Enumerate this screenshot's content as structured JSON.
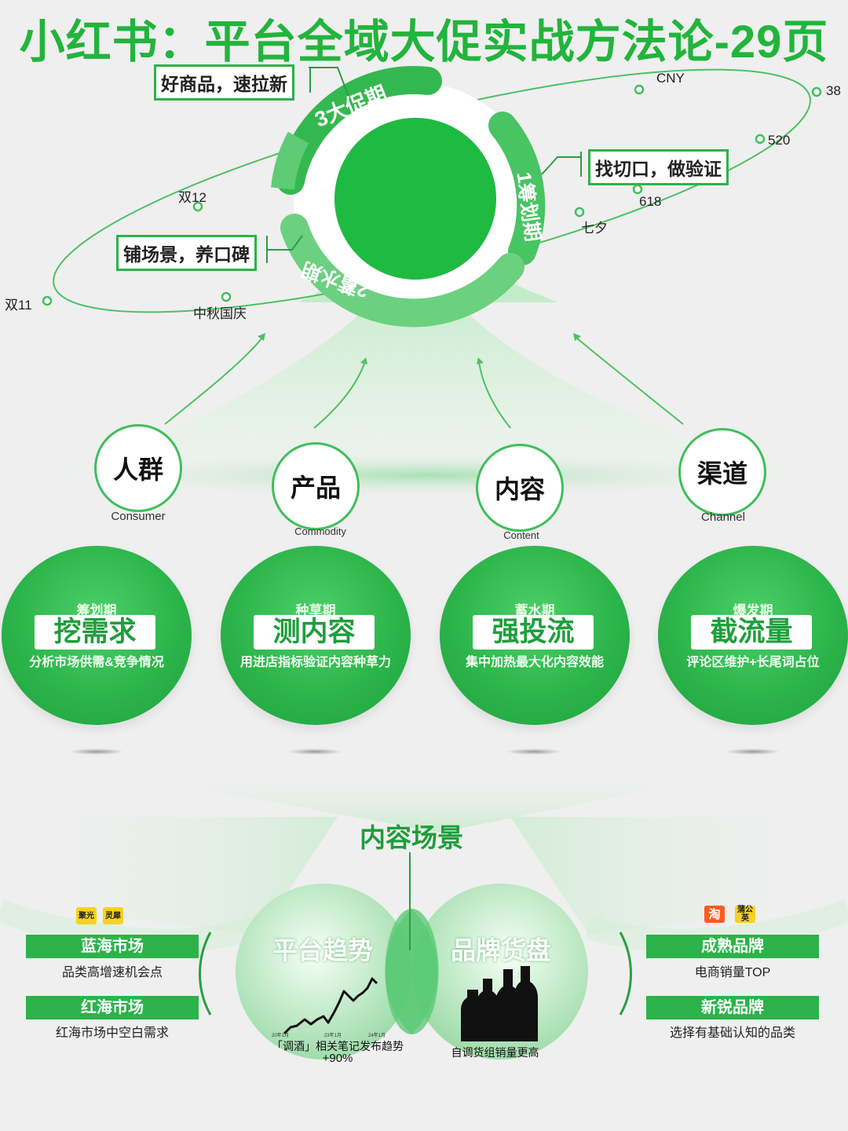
{
  "title": "小红书：平台全域大促实战方法论-29页",
  "cycle": {
    "arc_labels": [
      "3大促期",
      "1筹划期",
      "2蓄水期"
    ],
    "callouts": [
      "好商品，速拉新",
      "找切口，做验证",
      "铺场景，养口碑"
    ],
    "dates": [
      "CNY",
      "38",
      "520",
      "618",
      "七夕",
      "中秋国庆",
      "双11",
      "双12"
    ]
  },
  "pillars": [
    {
      "zh": "人群",
      "en": "Consumer"
    },
    {
      "zh": "产品",
      "en": "Commodity"
    },
    {
      "zh": "内容",
      "en": "Content"
    },
    {
      "zh": "渠道",
      "en": "Channel"
    }
  ],
  "phases": [
    {
      "phase": "筹划期",
      "main": "挖需求",
      "desc": "分析市场供需&竞争情况"
    },
    {
      "phase": "种草期",
      "main": "测内容",
      "desc": "用进店指标验证内容种草力"
    },
    {
      "phase": "蓄水期",
      "main": "强投流",
      "desc": "集中加热最大化内容效能"
    },
    {
      "phase": "爆发期",
      "main": "截流量",
      "desc": "评论区维护+长尾词占位"
    }
  ],
  "scene": {
    "title": "内容场景",
    "left_circle": {
      "title": "平台趋势",
      "axis": [
        "20年1月",
        "23年1月",
        "24年1月"
      ],
      "caption": "「调酒」相关笔记发布趋势",
      "value": "+90%"
    },
    "right_circle": {
      "title": "品牌货盘",
      "caption": "自调货组销量更高"
    },
    "left_tags": [
      "聚光",
      "灵犀"
    ],
    "right_tags": [
      "淘",
      "蒲公英"
    ],
    "left_markets": [
      {
        "label": "蓝海市场",
        "desc": "品类高增速机会点"
      },
      {
        "label": "红海市场",
        "desc": "红海市场中空白需求"
      }
    ],
    "right_markets": [
      {
        "label": "成熟品牌",
        "desc": "电商销量TOP"
      },
      {
        "label": "新锐品牌",
        "desc": "选择有基础认知的品类"
      }
    ]
  },
  "colors": {
    "accent": "#22b43c",
    "light_green": "#c9efcf",
    "bg": "#efefef"
  }
}
